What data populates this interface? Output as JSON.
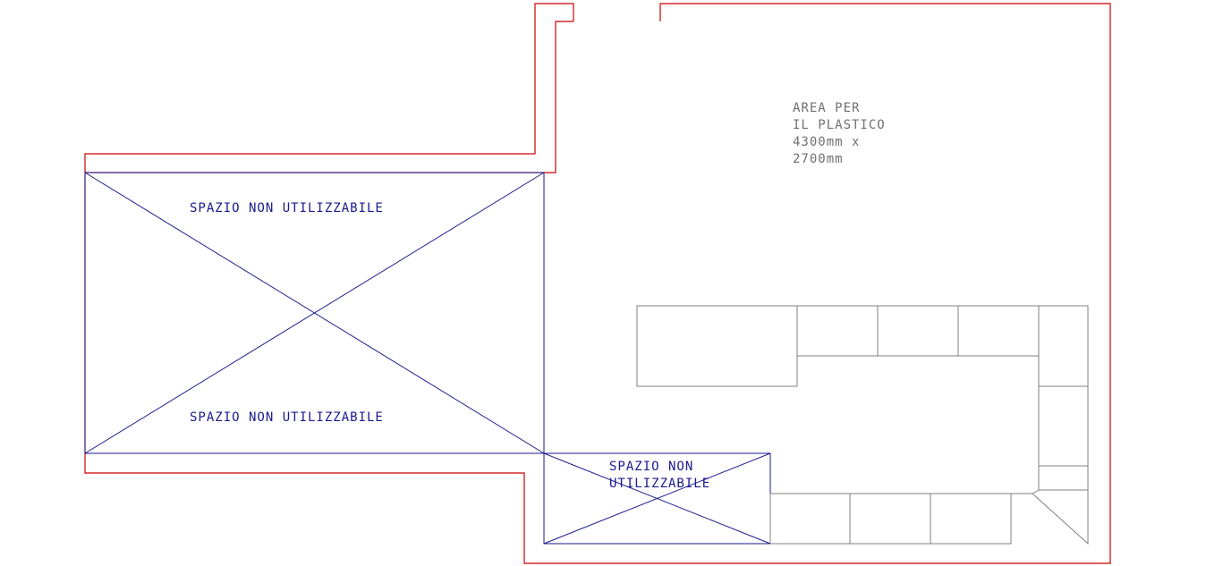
{
  "colors": {
    "wall": "#cc0000",
    "hatch": "#1a1a8c",
    "furniture": "#808080",
    "note": "#707070",
    "background": "#ffffff"
  },
  "labels": {
    "unusable_top": "SPAZIO NON UTILIZZABILE",
    "unusable_bottom": "SPAZIO NON UTILIZZABILE",
    "unusable_small_line1": "SPAZIO NON",
    "unusable_small_line2": "UTILIZZABILE"
  },
  "area_note": {
    "line1": "AREA PER",
    "line2": "IL PLASTICO",
    "line3": "4300mm x",
    "line4": "2700mm"
  }
}
